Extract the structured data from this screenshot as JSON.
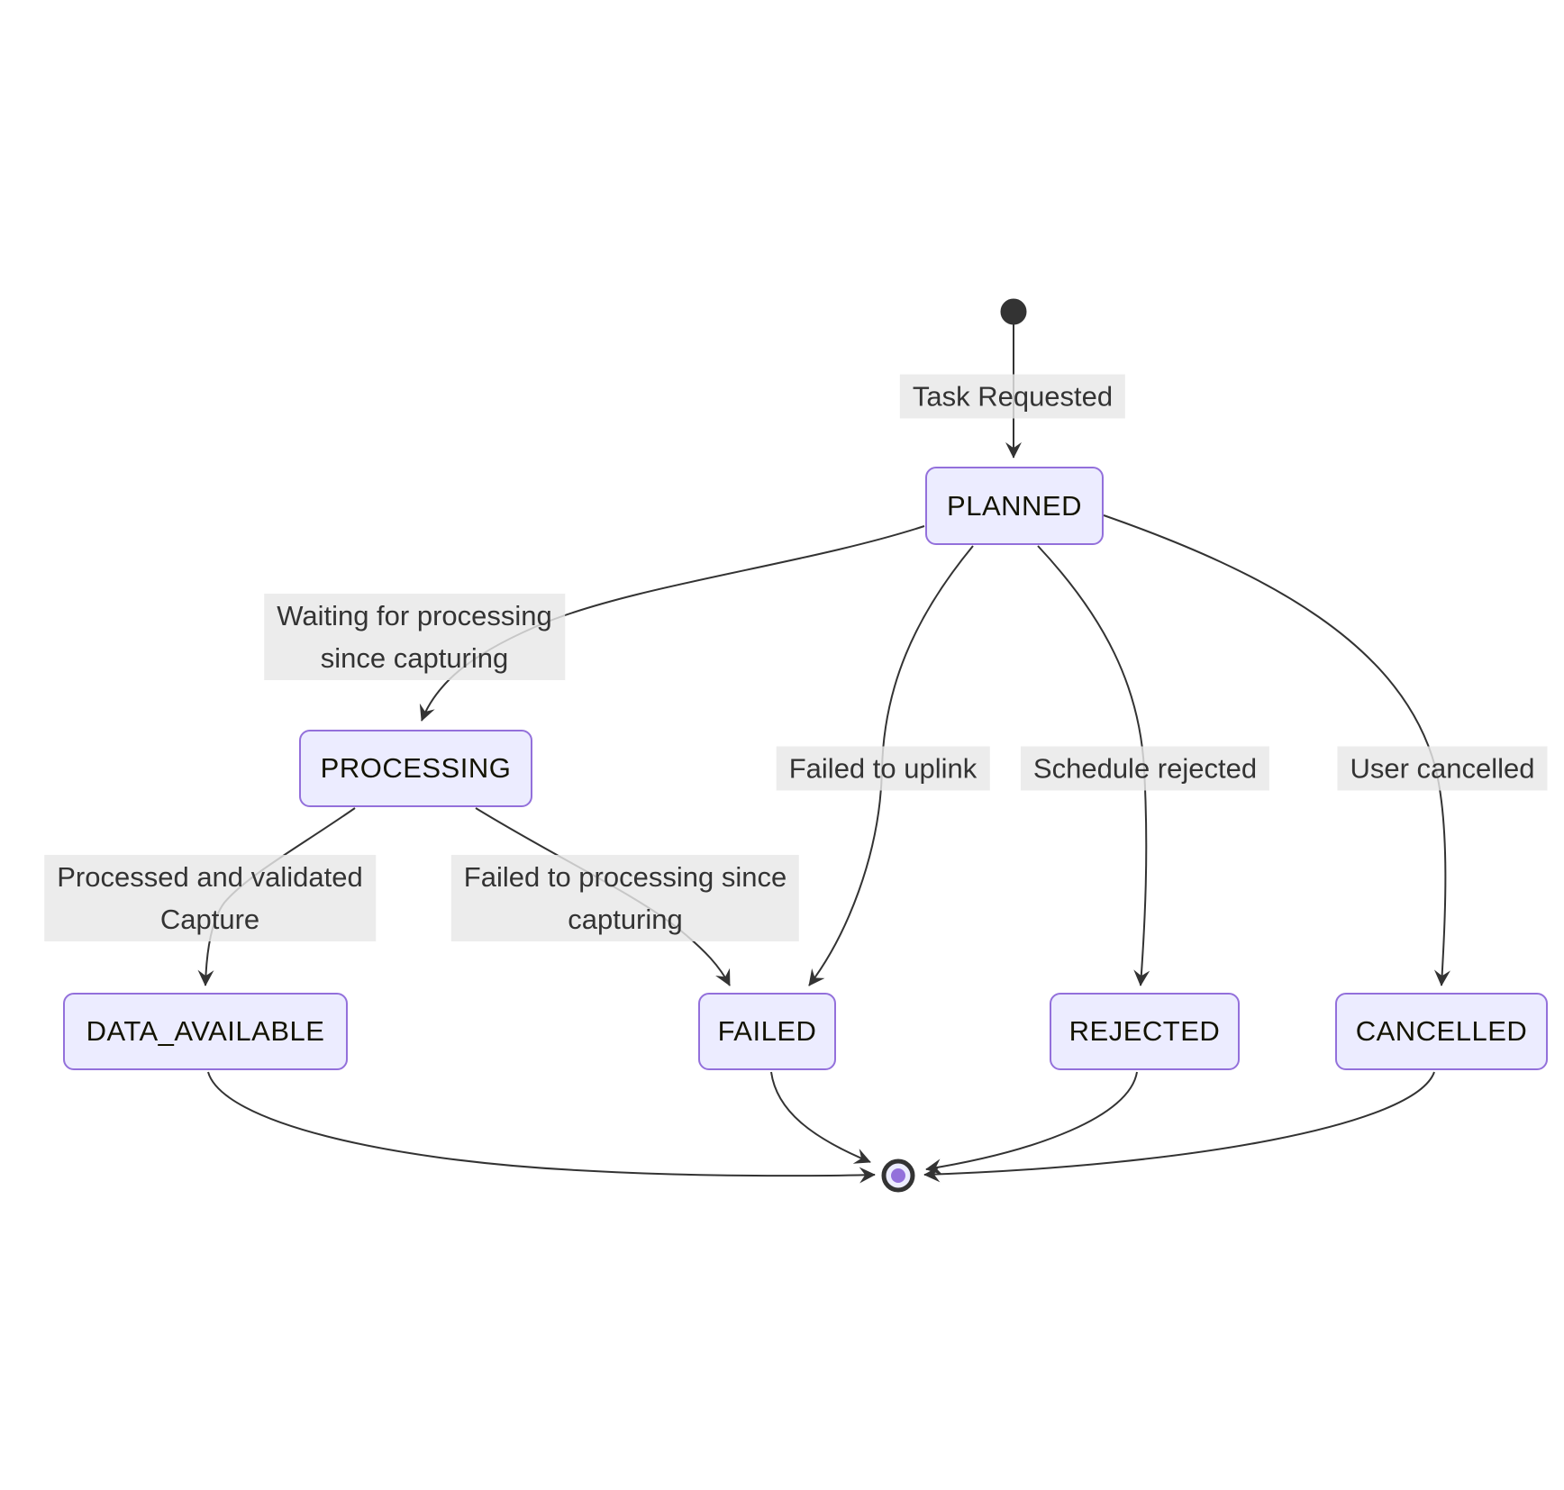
{
  "diagram": {
    "type": "state-machine",
    "colors": {
      "state_fill": "#ECECFF",
      "state_border": "#9370DB",
      "edge_label_background": "#e8e8e8",
      "line": "#333333",
      "edge_label_text": "#333333",
      "state_text": "#131300",
      "initial_node_fill": "#333333",
      "final_node_inner": "#9370DB",
      "background": "#ffffff"
    },
    "states": [
      {
        "id": "PLANNED",
        "label": "PLANNED"
      },
      {
        "id": "PROCESSING",
        "label": "PROCESSING"
      },
      {
        "id": "DATA_AVAILABLE",
        "label": "DATA_AVAILABLE"
      },
      {
        "id": "FAILED",
        "label": "FAILED"
      },
      {
        "id": "REJECTED",
        "label": "REJECTED"
      },
      {
        "id": "CANCELLED",
        "label": "CANCELLED"
      }
    ],
    "transitions": [
      {
        "from": "[*]",
        "to": "PLANNED",
        "label_lines": [
          "Task Requested"
        ]
      },
      {
        "from": "PLANNED",
        "to": "PROCESSING",
        "label_lines": [
          "Waiting for processing",
          "since capturing"
        ]
      },
      {
        "from": "PROCESSING",
        "to": "DATA_AVAILABLE",
        "label_lines": [
          "Processed and validated",
          "Capture"
        ]
      },
      {
        "from": "PROCESSING",
        "to": "FAILED",
        "label_lines": [
          "Failed to processing since",
          "capturing"
        ]
      },
      {
        "from": "PLANNED",
        "to": "FAILED",
        "label_lines": [
          "Failed to uplink"
        ]
      },
      {
        "from": "PLANNED",
        "to": "REJECTED",
        "label_lines": [
          "Schedule rejected"
        ]
      },
      {
        "from": "PLANNED",
        "to": "CANCELLED",
        "label_lines": [
          "User cancelled"
        ]
      },
      {
        "from": "DATA_AVAILABLE",
        "to": "[*]",
        "label_lines": []
      },
      {
        "from": "FAILED",
        "to": "[*]",
        "label_lines": []
      },
      {
        "from": "REJECTED",
        "to": "[*]",
        "label_lines": []
      },
      {
        "from": "CANCELLED",
        "to": "[*]",
        "label_lines": []
      }
    ]
  }
}
